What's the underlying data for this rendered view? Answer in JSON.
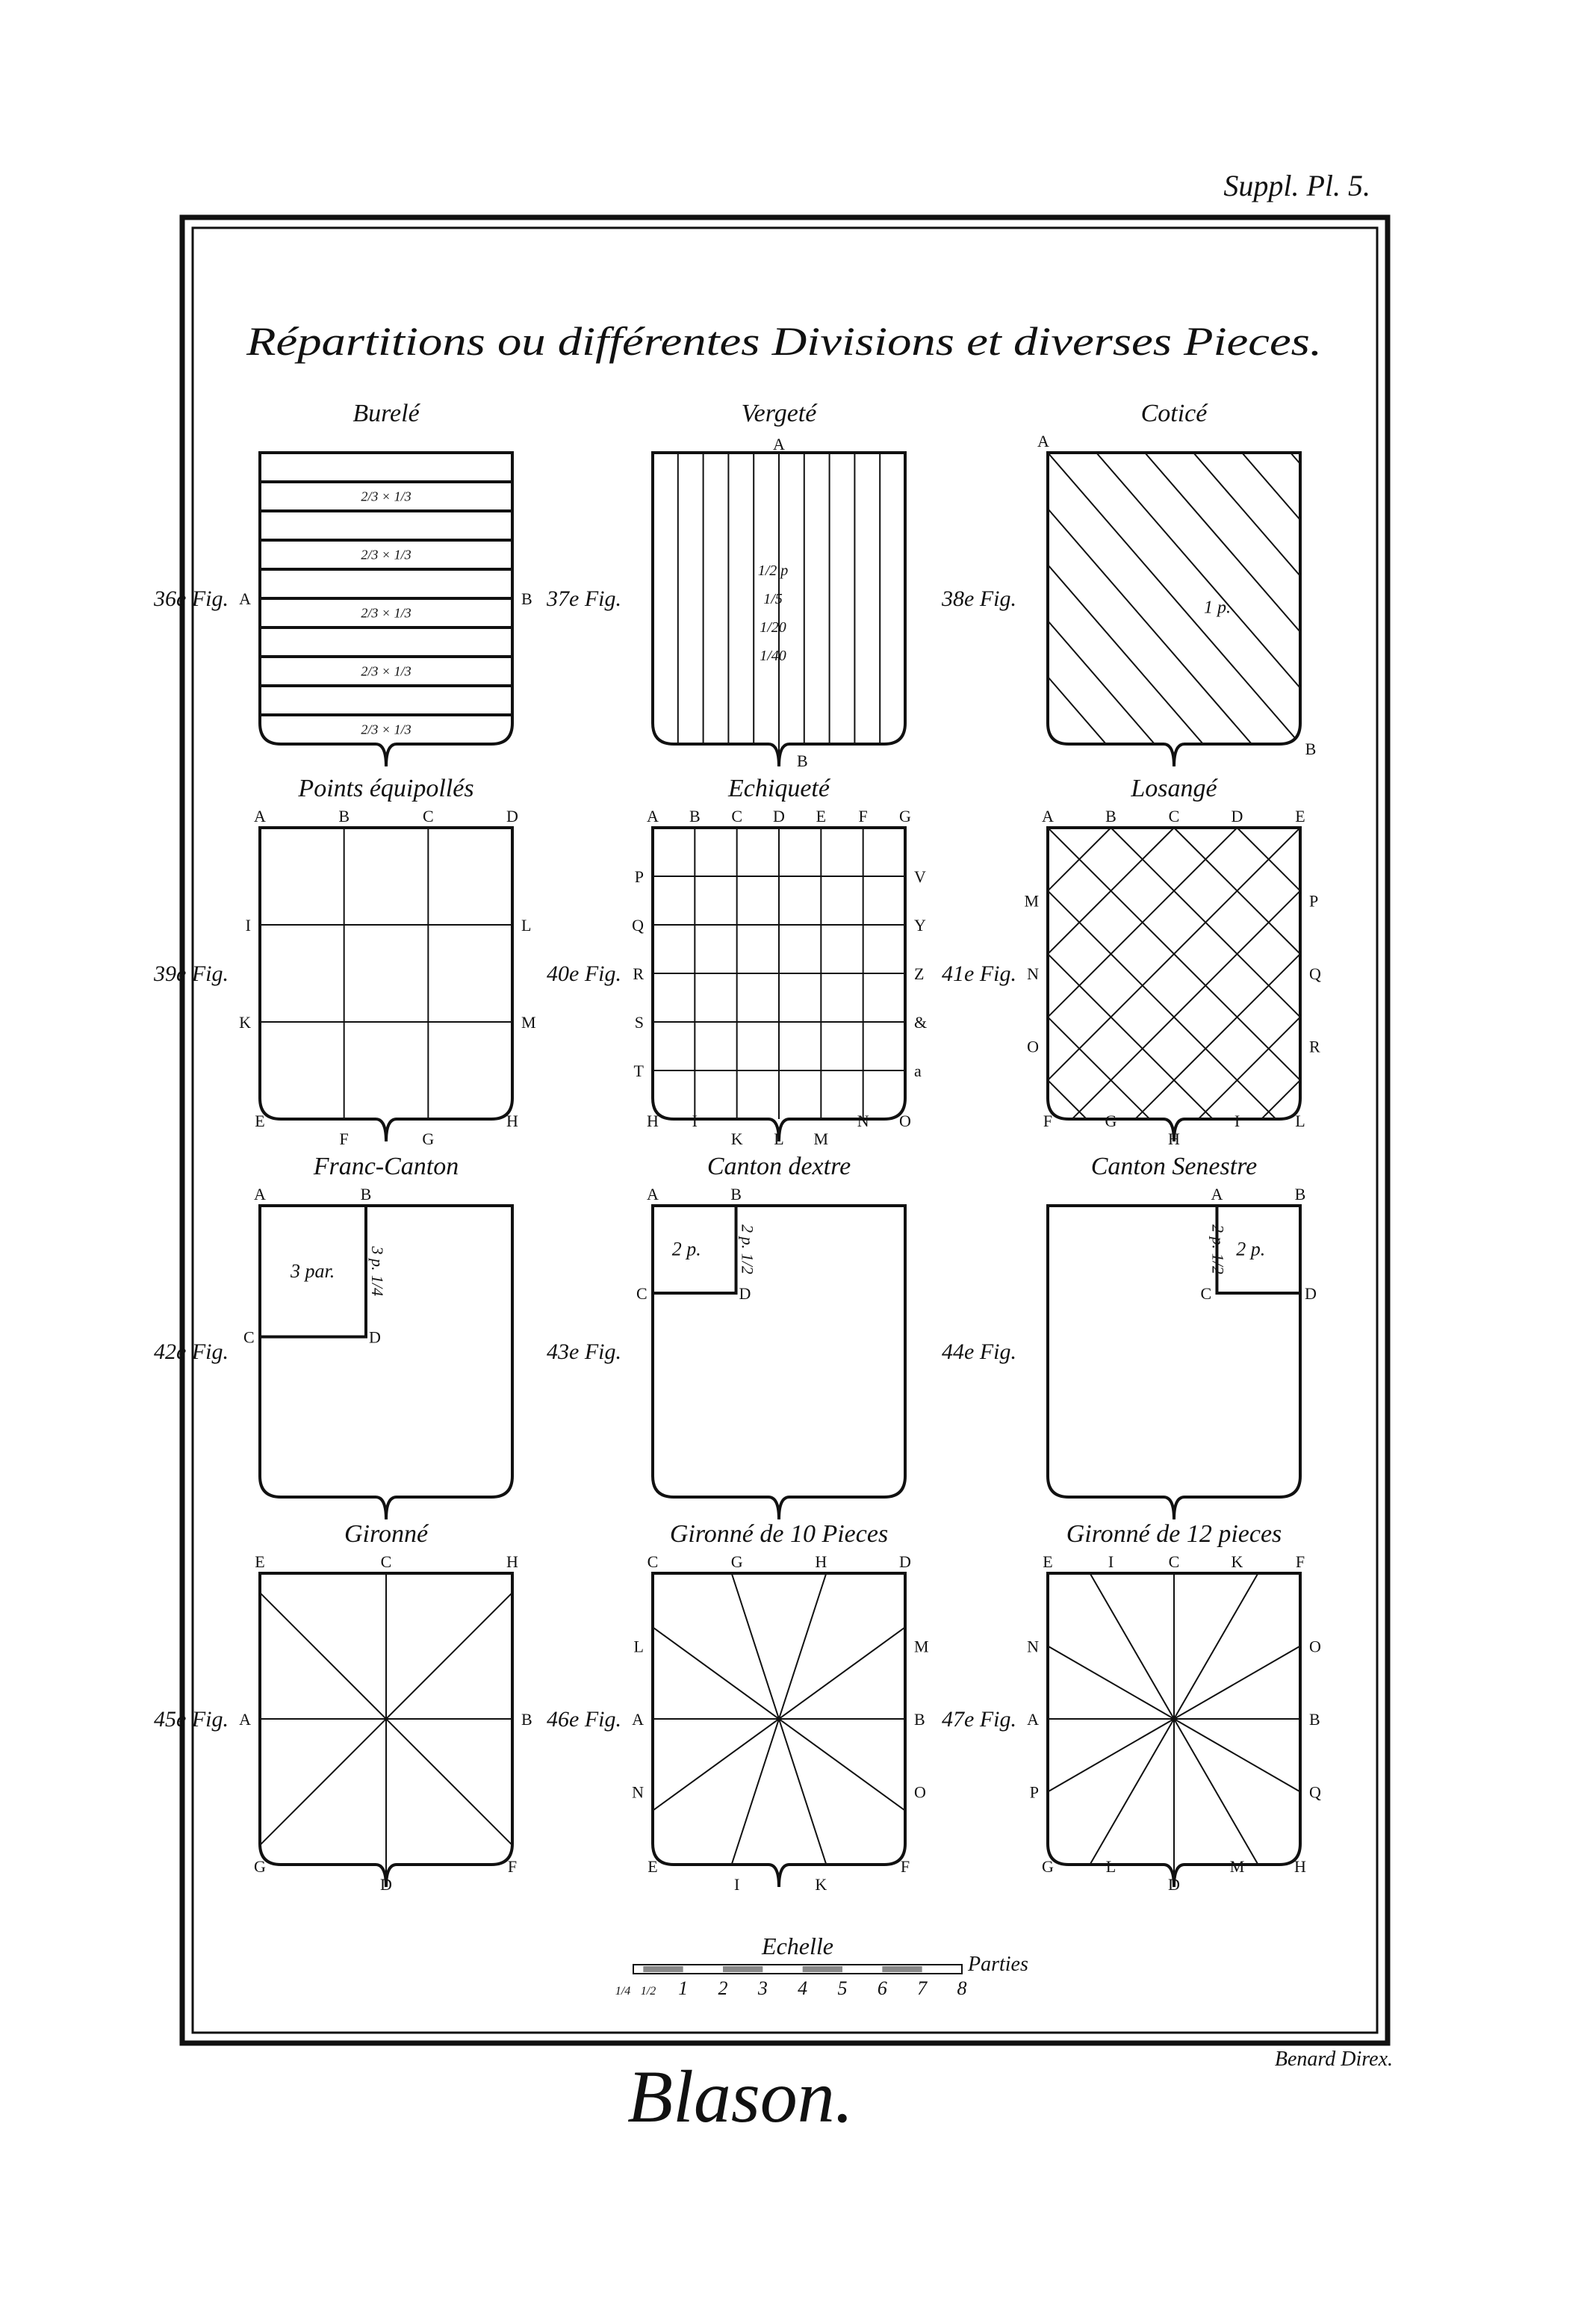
{
  "header": {
    "plate_number": "Suppl. Pl. 5.",
    "title": "Répartitions ou différentes Divisions et diverses Pieces."
  },
  "figures": [
    {
      "name": "Burelé",
      "fig": "36e Fig.",
      "type": "burele",
      "left": [
        "A"
      ],
      "right": [
        "B"
      ],
      "top": [],
      "bottom": [],
      "inner": [
        "2/3 × 1/3",
        "2/3 × 1/3",
        "2/3 × 1/3",
        "2/3 × 1/3",
        "2/3 × 1/3"
      ]
    },
    {
      "name": "Vergeté",
      "fig": "37e Fig.",
      "type": "vergete",
      "top": [
        "A"
      ],
      "bottom": [
        "B"
      ],
      "left": [],
      "right": [],
      "inner": [
        "1/2 p",
        "1/5",
        "1/20",
        "1/40"
      ]
    },
    {
      "name": "Coticé",
      "fig": "38e Fig.",
      "type": "cotice",
      "top": [
        "A"
      ],
      "bottom": [
        "B"
      ],
      "left": [],
      "right": [],
      "inner": [
        "1 p."
      ]
    },
    {
      "name": "Points équipollés",
      "fig": "39e Fig.",
      "type": "grid3",
      "top": [
        "A",
        "B",
        "C",
        "D"
      ],
      "left": [
        "I",
        "K"
      ],
      "right": [
        "L",
        "M"
      ],
      "bottom": [
        "E",
        "F",
        "G",
        "H"
      ],
      "inner": []
    },
    {
      "name": "Echiqueté",
      "fig": "40e Fig.",
      "type": "checker",
      "top": [
        "A",
        "B",
        "C",
        "D",
        "E",
        "F",
        "G"
      ],
      "left": [
        "P",
        "Q",
        "R",
        "S",
        "T"
      ],
      "right": [
        "V",
        "Y",
        "Z",
        "&",
        "a"
      ],
      "bottom": [
        "H",
        "I",
        "K",
        "L",
        "M",
        "N",
        "O"
      ],
      "inner": []
    },
    {
      "name": "Losangé",
      "fig": "41e Fig.",
      "type": "lozenge",
      "top": [
        "A",
        "B",
        "C",
        "D",
        "E"
      ],
      "left": [
        "M",
        "N",
        "O"
      ],
      "right": [
        "P",
        "Q",
        "R"
      ],
      "bottom": [
        "F",
        "G",
        "H",
        "I",
        "L"
      ],
      "inner": []
    },
    {
      "name": "Franc-Canton",
      "fig": "42e Fig.",
      "type": "canton-big",
      "top": [
        "A",
        "B"
      ],
      "left": [],
      "right": [],
      "bottom": [],
      "corner": [
        "C",
        "D"
      ],
      "inner": [
        "3 par.",
        "3 p. 1/4"
      ]
    },
    {
      "name": "Canton dextre",
      "fig": "43e Fig.",
      "type": "canton-left",
      "top": [
        "A",
        "B"
      ],
      "left": [],
      "right": [],
      "bottom": [],
      "corner": [
        "C",
        "D"
      ],
      "inner": [
        "2 p.",
        "2 p. 1/2"
      ]
    },
    {
      "name": "Canton Senestre",
      "fig": "44e Fig.",
      "type": "canton-right",
      "top": [
        "A",
        "B"
      ],
      "left": [],
      "right": [],
      "bottom": [],
      "corner": [
        "C",
        "D"
      ],
      "inner": [
        "2 p.",
        "2 p. 1/2"
      ]
    },
    {
      "name": "Gironné",
      "fig": "45e Fig.",
      "type": "gyron8",
      "top": [
        "E",
        "C",
        "H"
      ],
      "left": [
        "A"
      ],
      "right": [
        "B"
      ],
      "bottom": [
        "G",
        "D",
        "F"
      ],
      "inner": []
    },
    {
      "name": "Gironné de 10 Pieces",
      "fig": "46e Fig.",
      "type": "gyron10",
      "top": [
        "C",
        "G",
        "H",
        "D"
      ],
      "left": [
        "L",
        "A",
        "N"
      ],
      "right": [
        "M",
        "B",
        "O"
      ],
      "bottom": [
        "E",
        "I",
        "K",
        "F"
      ],
      "inner": []
    },
    {
      "name": "Gironné de 12 pieces",
      "fig": "47e Fig.",
      "type": "gyron12",
      "top": [
        "E",
        "I",
        "C",
        "K",
        "F"
      ],
      "left": [
        "N",
        "A",
        "P"
      ],
      "right": [
        "O",
        "B",
        "Q"
      ],
      "bottom": [
        "G",
        "L",
        "D",
        "M",
        "H"
      ],
      "inner": []
    }
  ],
  "scale": {
    "title": "Echelle",
    "unit": "Parties",
    "ticks": [
      "1/4",
      "1/2",
      "1",
      "2",
      "3",
      "4",
      "5",
      "6",
      "7",
      "8"
    ]
  },
  "footer": {
    "engraver": "Benard Direx.",
    "subject": "Blason."
  }
}
